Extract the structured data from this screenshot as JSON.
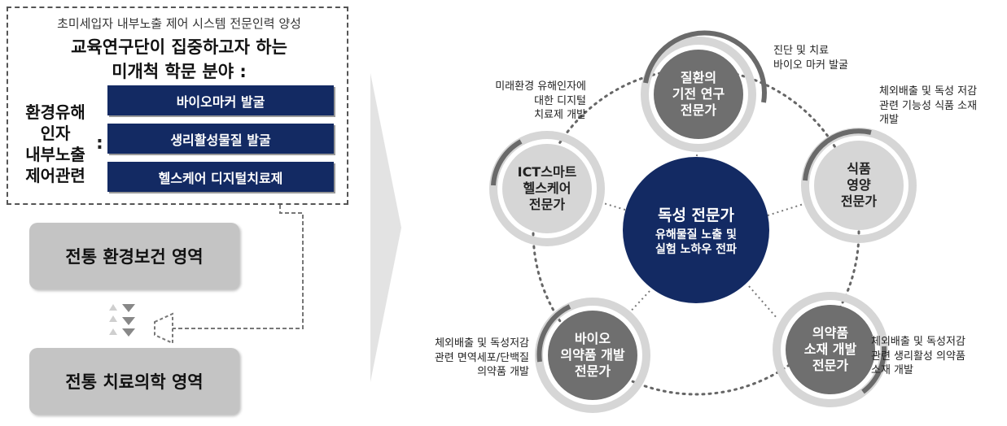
{
  "left_panel": {
    "subtitle": "초미세입자 내부노출 제어 시스템 전문인력 양성",
    "title_line1": "교육연구단이 집중하고자 하는",
    "title_line2": "미개척 학문 분야 :",
    "side_label_lines": [
      "환경유해",
      "인자",
      "내부노출",
      "제어관련"
    ],
    "side_colon": ":",
    "fields": [
      "바이오마커 발굴",
      "생리활성물질 발굴",
      "헬스케어 디지털치료제"
    ],
    "box_environment": "전통 환경보건 영역",
    "box_medicine": "전통 치료의학 영역"
  },
  "diagram": {
    "center": {
      "title": "독성 전문가",
      "line2": "유해물질 노출 및",
      "line3": "실험 노하우 전파"
    },
    "nodes": {
      "top": {
        "lines": [
          "질환의",
          "기전 연구",
          "전문가"
        ]
      },
      "right": {
        "lines": [
          "식품",
          "영양",
          "전문가"
        ]
      },
      "bottom_right": {
        "lines": [
          "의약품",
          "소재 개발",
          "전문가"
        ]
      },
      "bottom_left": {
        "lines": [
          "바이오",
          "의약품 개발",
          "전문가"
        ]
      },
      "left": {
        "lines": [
          "ICT스마트",
          "헬스케어",
          "전문가"
        ]
      }
    },
    "notes": {
      "top": [
        "진단 및 치료",
        "바이오 마커 발굴"
      ],
      "right": [
        "체외배출 및 독성 저감",
        "관련 기능성 식품 소재",
        "개발"
      ],
      "bottom_right": [
        "체외배출 및 독성저감",
        "관련 생리활성 의약품",
        "소재 개발"
      ],
      "bottom_left": [
        "체외배출 및 독성저감",
        "관련 면역세포/단백질",
        "의약품 개발"
      ],
      "left": [
        "미래환경 유해인자에",
        "대한 디지털",
        "치료제 개발"
      ]
    }
  },
  "colors": {
    "navy": "#132a63",
    "dark_gray": "#6f6f6f",
    "light_gray": "#d6d6d6",
    "box_gray": "#c4c4c4"
  }
}
